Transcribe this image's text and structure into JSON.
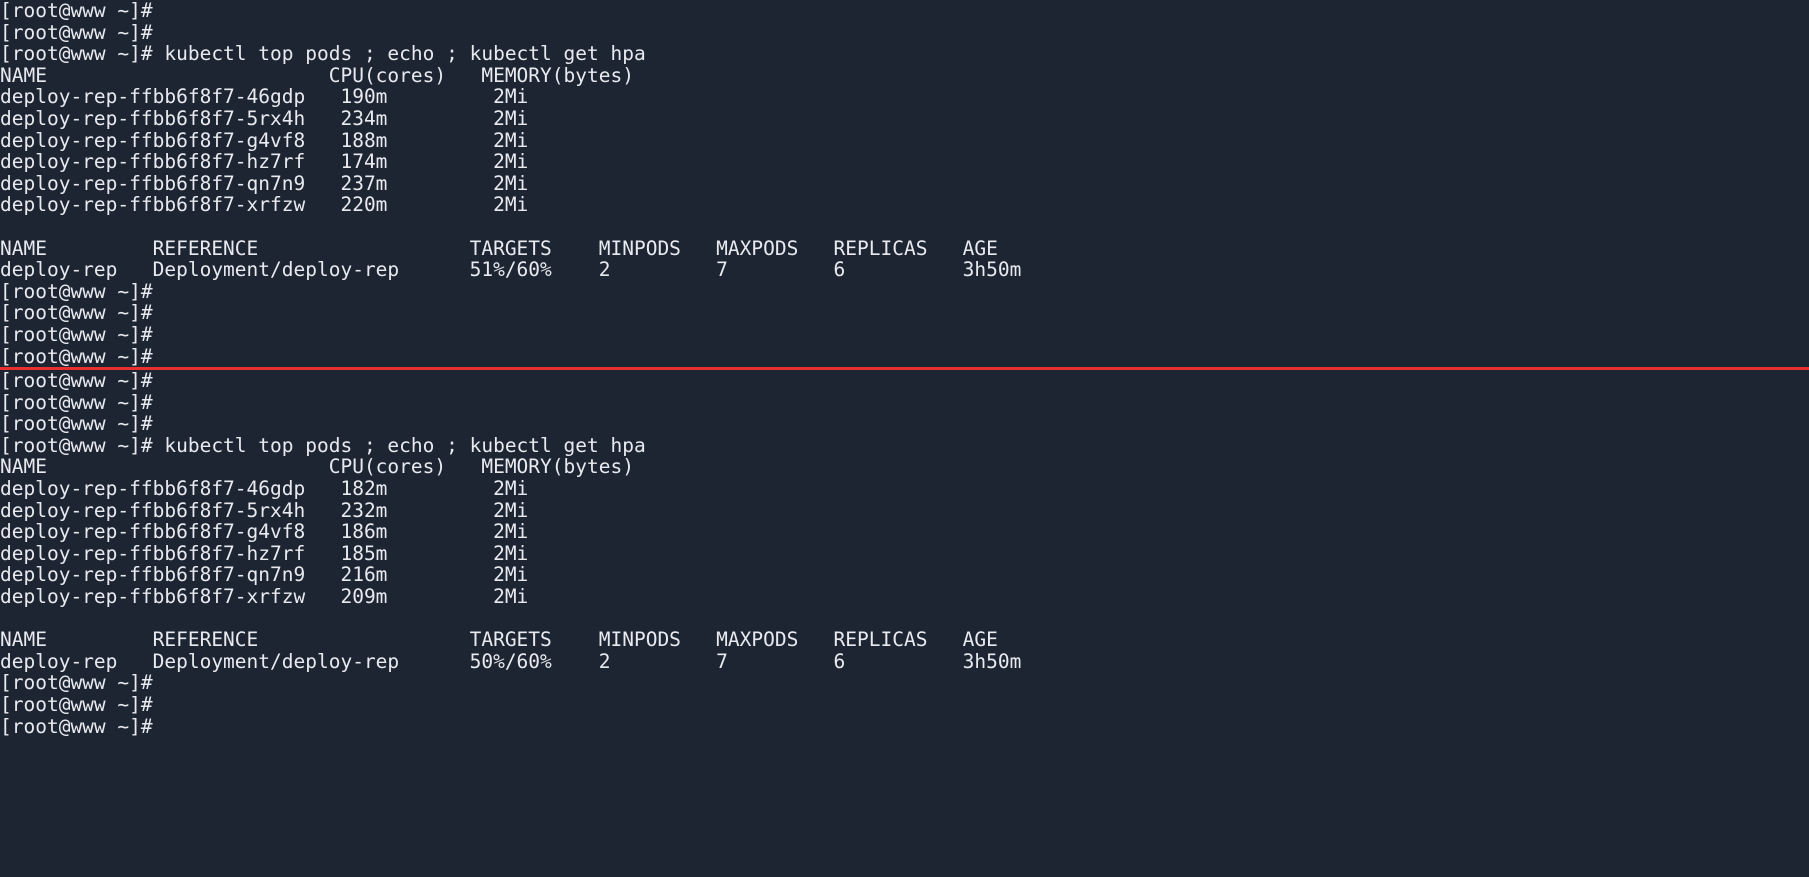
{
  "terminal": {
    "colors": {
      "background": "#1d2533",
      "foreground": "#e8eaef",
      "divider": "#e8312f"
    },
    "prompt": "[root@www ~]# ",
    "command": "kubectl top pods ; echo ; kubectl get hpa",
    "blocks": [
      {
        "id": "block-1",
        "leading_prompts": [
          "[root@www ~]# ",
          "[root@www ~]# "
        ],
        "command_line": "[root@www ~]# kubectl top pods ; echo ; kubectl get hpa",
        "top_pods": {
          "header": "NAME                        CPU(cores)   MEMORY(bytes)",
          "columns": [
            "NAME",
            "CPU(cores)",
            "MEMORY(bytes)"
          ],
          "rows": [
            {
              "name": "deploy-rep-ffbb6f8f7-46gdp",
              "cpu": "190m",
              "memory": "2Mi",
              "line": "deploy-rep-ffbb6f8f7-46gdp   190m         2Mi"
            },
            {
              "name": "deploy-rep-ffbb6f8f7-5rx4h",
              "cpu": "234m",
              "memory": "2Mi",
              "line": "deploy-rep-ffbb6f8f7-5rx4h   234m         2Mi"
            },
            {
              "name": "deploy-rep-ffbb6f8f7-g4vf8",
              "cpu": "188m",
              "memory": "2Mi",
              "line": "deploy-rep-ffbb6f8f7-g4vf8   188m         2Mi"
            },
            {
              "name": "deploy-rep-ffbb6f8f7-hz7rf",
              "cpu": "174m",
              "memory": "2Mi",
              "line": "deploy-rep-ffbb6f8f7-hz7rf   174m         2Mi"
            },
            {
              "name": "deploy-rep-ffbb6f8f7-qn7n9",
              "cpu": "237m",
              "memory": "2Mi",
              "line": "deploy-rep-ffbb6f8f7-qn7n9   237m         2Mi"
            },
            {
              "name": "deploy-rep-ffbb6f8f7-xrfzw",
              "cpu": "220m",
              "memory": "2Mi",
              "line": "deploy-rep-ffbb6f8f7-xrfzw   220m         2Mi"
            }
          ]
        },
        "hpa": {
          "header": "NAME         REFERENCE                  TARGETS    MINPODS   MAXPODS   REPLICAS   AGE",
          "columns": [
            "NAME",
            "REFERENCE",
            "TARGETS",
            "MINPODS",
            "MAXPODS",
            "REPLICAS",
            "AGE"
          ],
          "rows": [
            {
              "name": "deploy-rep",
              "reference": "Deployment/deploy-rep",
              "targets": "51%/60%",
              "minpods": "2",
              "maxpods": "7",
              "replicas": "6",
              "age": "3h50m",
              "line": "deploy-rep   Deployment/deploy-rep      51%/60%    2         7         6          3h50m"
            }
          ]
        },
        "trailing_prompts": [
          "[root@www ~]# ",
          "[root@www ~]# ",
          "[root@www ~]# ",
          "[root@www ~]# "
        ]
      },
      {
        "id": "block-2",
        "leading_prompts": [
          "[root@www ~]# ",
          "[root@www ~]# ",
          "[root@www ~]# "
        ],
        "command_line": "[root@www ~]# kubectl top pods ; echo ; kubectl get hpa",
        "top_pods": {
          "header": "NAME                        CPU(cores)   MEMORY(bytes)",
          "columns": [
            "NAME",
            "CPU(cores)",
            "MEMORY(bytes)"
          ],
          "rows": [
            {
              "name": "deploy-rep-ffbb6f8f7-46gdp",
              "cpu": "182m",
              "memory": "2Mi",
              "line": "deploy-rep-ffbb6f8f7-46gdp   182m         2Mi"
            },
            {
              "name": "deploy-rep-ffbb6f8f7-5rx4h",
              "cpu": "232m",
              "memory": "2Mi",
              "line": "deploy-rep-ffbb6f8f7-5rx4h   232m         2Mi"
            },
            {
              "name": "deploy-rep-ffbb6f8f7-g4vf8",
              "cpu": "186m",
              "memory": "2Mi",
              "line": "deploy-rep-ffbb6f8f7-g4vf8   186m         2Mi"
            },
            {
              "name": "deploy-rep-ffbb6f8f7-hz7rf",
              "cpu": "185m",
              "memory": "2Mi",
              "line": "deploy-rep-ffbb6f8f7-hz7rf   185m         2Mi"
            },
            {
              "name": "deploy-rep-ffbb6f8f7-qn7n9",
              "cpu": "216m",
              "memory": "2Mi",
              "line": "deploy-rep-ffbb6f8f7-qn7n9   216m         2Mi"
            },
            {
              "name": "deploy-rep-ffbb6f8f7-xrfzw",
              "cpu": "209m",
              "memory": "2Mi",
              "line": "deploy-rep-ffbb6f8f7-xrfzw   209m         2Mi"
            }
          ]
        },
        "hpa": {
          "header": "NAME         REFERENCE                  TARGETS    MINPODS   MAXPODS   REPLICAS   AGE",
          "columns": [
            "NAME",
            "REFERENCE",
            "TARGETS",
            "MINPODS",
            "MAXPODS",
            "REPLICAS",
            "AGE"
          ],
          "rows": [
            {
              "name": "deploy-rep",
              "reference": "Deployment/deploy-rep",
              "targets": "50%/60%",
              "minpods": "2",
              "maxpods": "7",
              "replicas": "6",
              "age": "3h50m",
              "line": "deploy-rep   Deployment/deploy-rep      50%/60%    2         7         6          3h50m"
            }
          ]
        },
        "trailing_prompts": [
          "[root@www ~]# ",
          "[root@www ~]# ",
          "[root@www ~]# "
        ]
      }
    ]
  }
}
